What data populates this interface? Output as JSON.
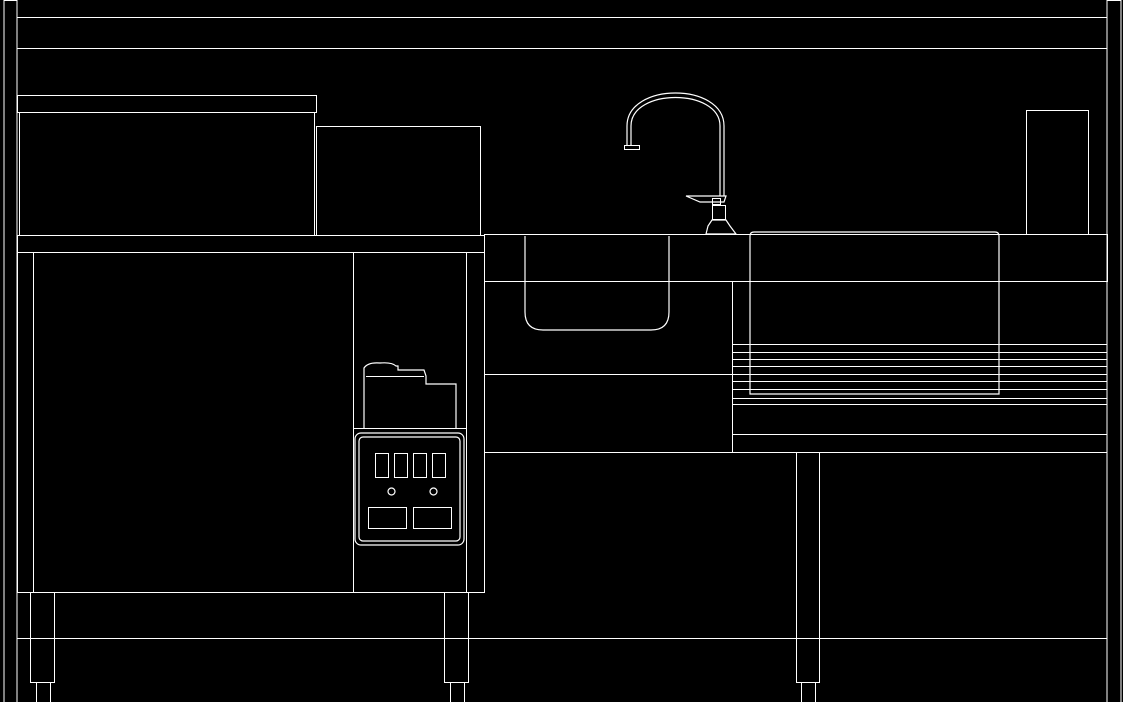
{
  "drawing": {
    "background": "#000000",
    "stroke": "#ffffff",
    "elements": [
      "frame-post-left",
      "frame-post-right",
      "top-shelf",
      "equipment-unit-tall",
      "equipment-unit-low",
      "countertop-left",
      "undercounter-cabinet",
      "cabinet-open-shelf",
      "stacked-items",
      "control-panel",
      "control-panel-switches",
      "control-panel-knobs",
      "control-panel-displays",
      "faucet",
      "sink-bowl-small",
      "sink-bowl-large",
      "backsplash-panel",
      "pipe-lines",
      "lower-shelf",
      "legs"
    ]
  }
}
